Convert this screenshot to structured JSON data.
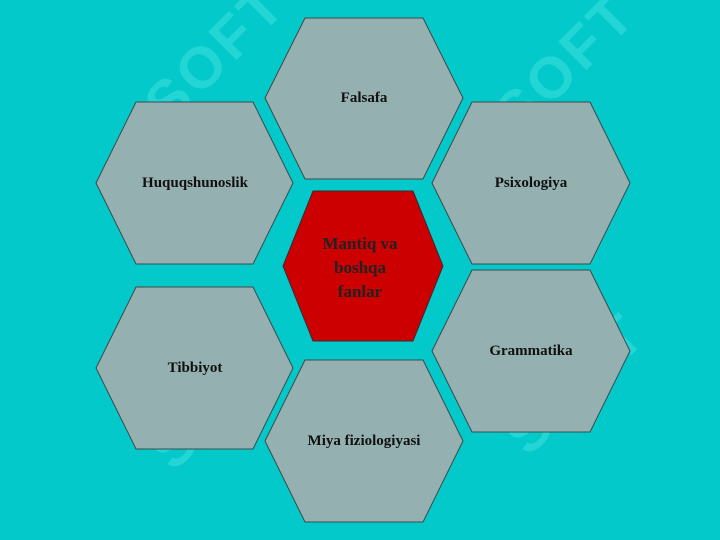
{
  "watermark": {
    "text": "SOFT"
  },
  "diagram": {
    "center": {
      "lines": [
        "Mantiq va",
        "boshqa",
        "fanlar"
      ],
      "fill": "#cc0000"
    },
    "hex_fill": "#95b0b1",
    "hex_stroke": "#3a4a4a",
    "background": "#03c9cb",
    "nodes": [
      {
        "id": "falsafa",
        "label": "Falsafa"
      },
      {
        "id": "huquqshunoslik",
        "label": "Huquqshunoslik"
      },
      {
        "id": "psixologiya",
        "label": "Psixologiya"
      },
      {
        "id": "tibbiyot",
        "label": "Tibbiyot"
      },
      {
        "id": "grammatika",
        "label": "Grammatika"
      },
      {
        "id": "miya",
        "label": "Miya fiziologiyasi"
      }
    ]
  }
}
